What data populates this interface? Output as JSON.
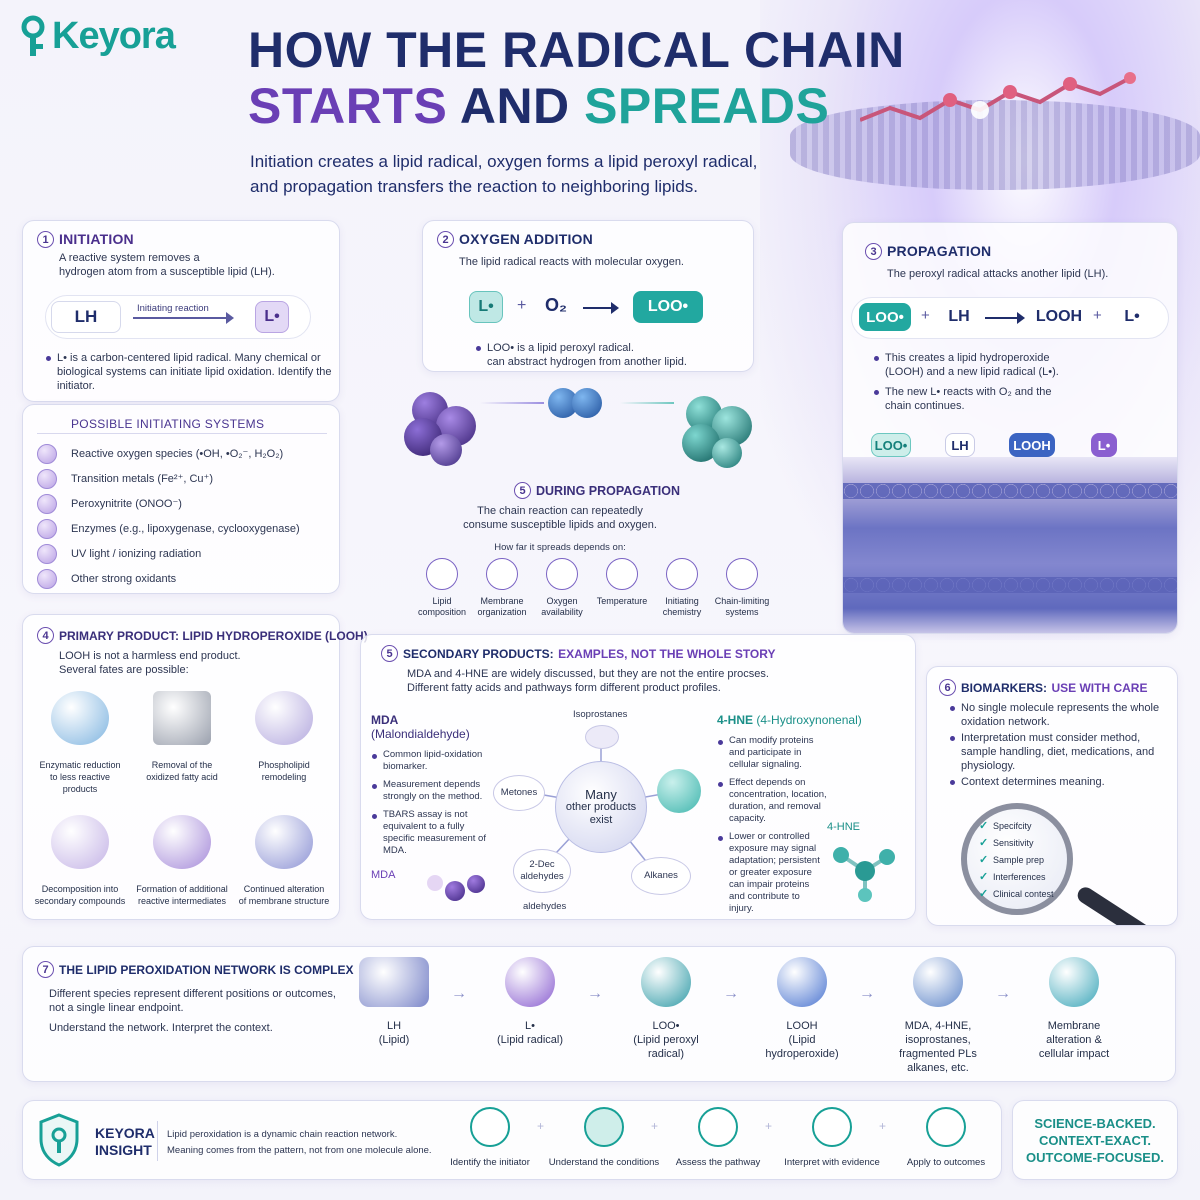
{
  "brand": {
    "logo": "Keyora"
  },
  "header": {
    "title_line1": "HOW THE RADICAL CHAIN",
    "title_line2_a": "STARTS",
    "title_line2_b": "AND",
    "title_line2_c": "SPREADS",
    "subtitle_1": "Initiation creates a lipid radical, oxygen forms a lipid peroxyl radical,",
    "subtitle_2": "and propagation transfers the reaction to neighboring lipids."
  },
  "colors": {
    "navy": "#1f2d6b",
    "purple": "#6a3fb5",
    "teal": "#1fa39a",
    "brand": "#17a096"
  },
  "initiation": {
    "num": "1",
    "title": "INITIATION",
    "desc_1": "A reactive system removes a",
    "desc_2": "hydrogen atom from a susceptible lipid (LH).",
    "lh": "LH",
    "arrow_label": "Initiating reaction",
    "l": "L•",
    "note": "L• is a carbon-centered lipid radical. Many chemical or biological systems can initiate lipid oxidation. Identify the initiator."
  },
  "initiating_systems": {
    "title": "POSSIBLE INITIATING SYSTEMS",
    "items": [
      "Reactive oxygen species (•OH, •O₂⁻, H₂O₂)",
      "Transition metals (Fe²⁺, Cu⁺)",
      "Peroxynitrite (ONOO⁻)",
      "Enzymes (e.g., lipoxygenase, cyclooxygenase)",
      "UV light / ionizing radiation",
      "Other strong oxidants"
    ]
  },
  "oxygen_addition": {
    "num": "2",
    "title": "OXYGEN ADDITION",
    "desc": "The lipid radical reacts with molecular oxygen.",
    "l": "L•",
    "plus": "+",
    "o2": "O₂",
    "loo": "LOO•",
    "note_1": "LOO• is a lipid peroxyl radical.",
    "note_2": "can abstract hydrogen from another lipid."
  },
  "propagation": {
    "num": "3",
    "title": "PROPAGATION",
    "desc": "The peroxyl radical attacks another lipid (LH).",
    "loo": "LOO•",
    "plus": "+",
    "lh": "LH",
    "looh": "LOOH",
    "l": "L•",
    "bullet_1": "This creates a lipid hydroperoxide (LOOH) and a new lipid radical (L•).",
    "bullet_2": "The new L• reacts with O₂ and the chain continues.",
    "membrane_tags": [
      "LOO•",
      "LH",
      "LOOH",
      "L•"
    ]
  },
  "during": {
    "num": "5",
    "title": "DURING PROPAGATION",
    "desc_1": "The chain reaction can repeatedly",
    "desc_2": "consume susceptible lipids and oxygen.",
    "depends": "How far it spreads depends on:",
    "factors": [
      {
        "label1": "Lipid",
        "label2": "composition",
        "icon": "molecule-icon"
      },
      {
        "label1": "Membrane",
        "label2": "organization",
        "icon": "membrane-icon"
      },
      {
        "label1": "Oxygen",
        "label2": "availability",
        "icon": "oxygen-icon"
      },
      {
        "label1": "Temperature",
        "label2": "",
        "icon": "thermometer-icon"
      },
      {
        "label1": "Initiating",
        "label2": "chemistry",
        "icon": "flask-icon"
      },
      {
        "label1": "Chain-limiting",
        "label2": "systems",
        "icon": "shield-icon"
      }
    ]
  },
  "primary": {
    "num": "4",
    "title": "PRIMARY PRODUCT: LIPID HYDROPEROXIDE (LOOH)",
    "desc_1": "LOOH is not a harmless end product.",
    "desc_2": "Several fates are possible:",
    "fates": [
      {
        "l1": "Enzymatic reduction",
        "l2": "to less reactive",
        "l3": "products"
      },
      {
        "l1": "Removal of the",
        "l2": "oxidized fatty acid",
        "l3": ""
      },
      {
        "l1": "Phospholipid",
        "l2": "remodeling",
        "l3": ""
      },
      {
        "l1": "Decomposition into",
        "l2": "secondary compounds",
        "l3": ""
      },
      {
        "l1": "Formation of additional",
        "l2": "reactive intermediates",
        "l3": ""
      },
      {
        "l1": "Continued alteration",
        "l2": "of membrane structure",
        "l3": ""
      }
    ]
  },
  "secondary": {
    "num": "5",
    "title_a": "SECONDARY PRODUCTS:",
    "title_b": "EXAMPLES, NOT THE WHOLE STORY",
    "desc_1": "MDA and 4-HNE are widely discussed, but they are not the entire procses.",
    "desc_2": "Different fatty acids and pathways form different product profiles.",
    "mda_title": "MDA",
    "mda_sub": "(Malondialdehyde)",
    "mda_bullets": [
      "Common lipid-oxidation biomarker.",
      "Measurement depends strongly on the method.",
      "TBARS assay is not equivalent to a fully specific measurement of MDA."
    ],
    "mda_mol": "MDA",
    "hne_title": "4-HNE",
    "hne_sub": "(4-Hydroxynonenal)",
    "hne_bullets": [
      "Can modify proteins and participate in cellular signaling.",
      "Effect depends on concentration, location, duration, and removal capacity.",
      "Lower or controlled exposure may signal adaptation; persistent or greater exposure can impair proteins and contribute to injury."
    ],
    "hne_mol": "4-HNE",
    "center_1": "Many",
    "center_2": "other products",
    "center_3": "exist",
    "nodes": {
      "top": "Isoprostanes",
      "left": "Metones",
      "right_bottom": "Alkanes",
      "left_bottom_1": "2-Dec",
      "left_bottom_2": "aldehydes",
      "bottom": "aldehydes"
    }
  },
  "biomarkers": {
    "num": "6",
    "title_a": "BIOMARKERS:",
    "title_b": "USE WITH CARE",
    "bullets": [
      "No single molecule represents the whole oxidation network.",
      "Interpretation must consider method, sample handling, diet, medications, and physiology.",
      "Context determines meaning."
    ],
    "checklist": [
      "Specifcity",
      "Sensitivity",
      "Sample prep",
      "Interferences",
      "Clinical contest"
    ]
  },
  "network": {
    "num": "7",
    "title": "THE LIPID PEROXIDATION NETWORK IS COMPLEX",
    "desc_1": "Different species represent different positions or outcomes,",
    "desc_2": "not a single linear endpoint.",
    "desc_3": "Understand the network. Interpret the context.",
    "steps": [
      {
        "l1": "LH",
        "l2": "(Lipid)",
        "l3": "",
        "l4": ""
      },
      {
        "l1": "L•",
        "l2": "(Lipid radical)",
        "l3": "",
        "l4": ""
      },
      {
        "l1": "LOO•",
        "l2": "(Lipid peroxyl",
        "l3": "radical)",
        "l4": ""
      },
      {
        "l1": "LOOH",
        "l2": "(Lipid",
        "l3": "hydroperoxide)",
        "l4": ""
      },
      {
        "l1": "MDA, 4-HNE,",
        "l2": "isoprostanes,",
        "l3": "fragmented PLs",
        "l4": "alkanes, etc."
      },
      {
        "l1": "Membrane",
        "l2": "alteration &",
        "l3": "cellular impact",
        "l4": ""
      }
    ]
  },
  "insight": {
    "title_1": "KEYORA",
    "title_2": "INSIGHT",
    "text_1": "Lipid peroxidation is a dynamic chain reaction network.",
    "text_2": "Meaning comes from the pattern, not from one molecule alone.",
    "steps": [
      "Identify the initiator",
      "Understand the conditions",
      "Assess the pathway",
      "Interpret with evidence",
      "Apply to outcomes"
    ],
    "tag_1": "SCIENCE-BACKED.",
    "tag_2": "CONTEXT-EXACT.",
    "tag_3": "OUTCOME-FOCUSED."
  }
}
